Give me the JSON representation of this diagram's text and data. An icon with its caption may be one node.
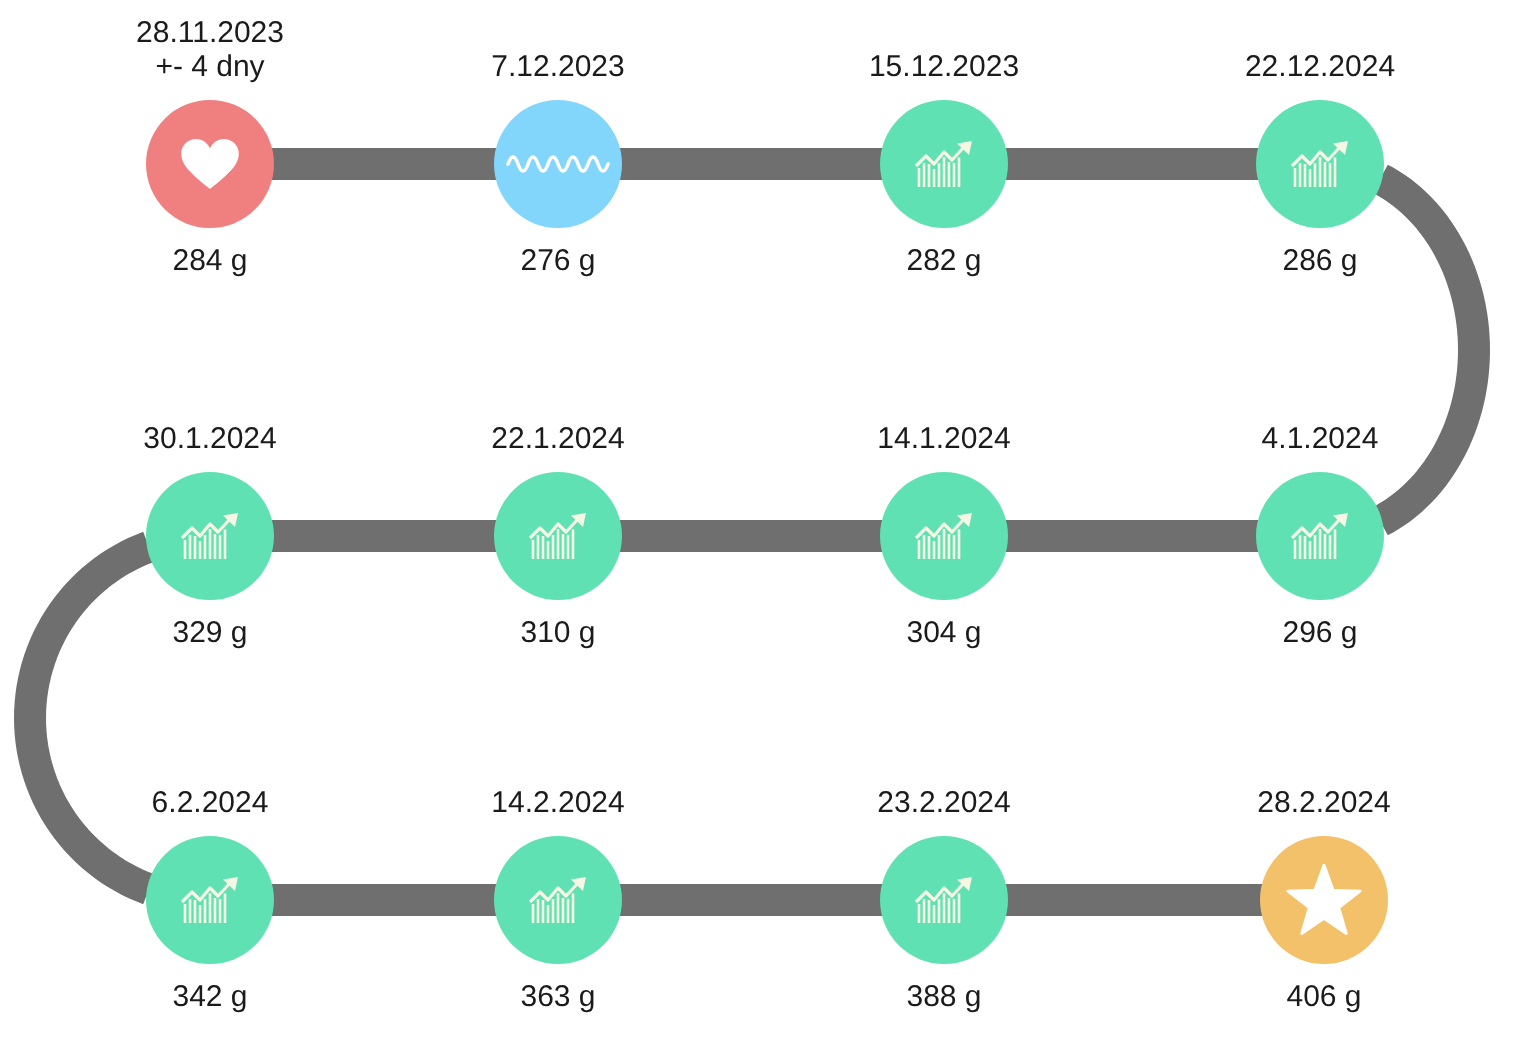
{
  "diagram": {
    "nodes": [
      {
        "text": [
          "28.11.2023 +- 4 dny"
        ],
        "beside": [
          "284 g"
        ]
      },
      {
        "text": [
          "7.12.2023"
        ],
        "beside": [
          "276 g"
        ]
      },
      {
        "text": [
          "15.12.2023"
        ],
        "beside": [
          "282 g"
        ]
      },
      {
        "text": [
          "22.12.2024"
        ],
        "beside": [
          "286 g"
        ]
      },
      {
        "text": [
          "30.1.2024"
        ],
        "beside": [
          "329 g"
        ]
      },
      {
        "text": [
          "22.1.2024"
        ],
        "beside": [
          "310 g"
        ]
      },
      {
        "text": [
          "14.1.2024"
        ],
        "beside": [
          "304 g"
        ]
      },
      {
        "text": [
          "4.1.2024"
        ],
        "beside": [
          "296 g"
        ]
      },
      {
        "text": [
          "6.2.2024"
        ],
        "beside": [
          "342 g"
        ]
      },
      {
        "text": [
          "14.2.2024"
        ],
        "beside": [
          "363 g"
        ]
      },
      {
        "text": [
          "23.2.2024"
        ],
        "beside": [
          "388 g"
        ]
      },
      {
        "text": [
          "28.2.2024"
        ],
        "beside": [
          "406 g"
        ]
      }
    ],
    "edges": [
      {
        "from": 0,
        "to": 1,
        "arrow": "none"
      },
      {
        "from": 1,
        "to": 2,
        "arrow": "none"
      },
      {
        "from": 2,
        "to": 3,
        "arrow": "none"
      },
      {
        "from": 3,
        "to": 7,
        "arrow": "none"
      },
      {
        "from": 7,
        "to": 6,
        "arrow": "none"
      },
      {
        "from": 6,
        "to": 5,
        "arrow": "none"
      },
      {
        "from": 5,
        "to": 4,
        "arrow": "none"
      },
      {
        "from": 4,
        "to": 8,
        "arrow": "none"
      },
      {
        "from": 8,
        "to": 9,
        "arrow": "none"
      },
      {
        "from": 9,
        "to": 10,
        "arrow": "none"
      },
      {
        "from": 10,
        "to": 11,
        "arrow": "none"
      }
    ]
  }
}
